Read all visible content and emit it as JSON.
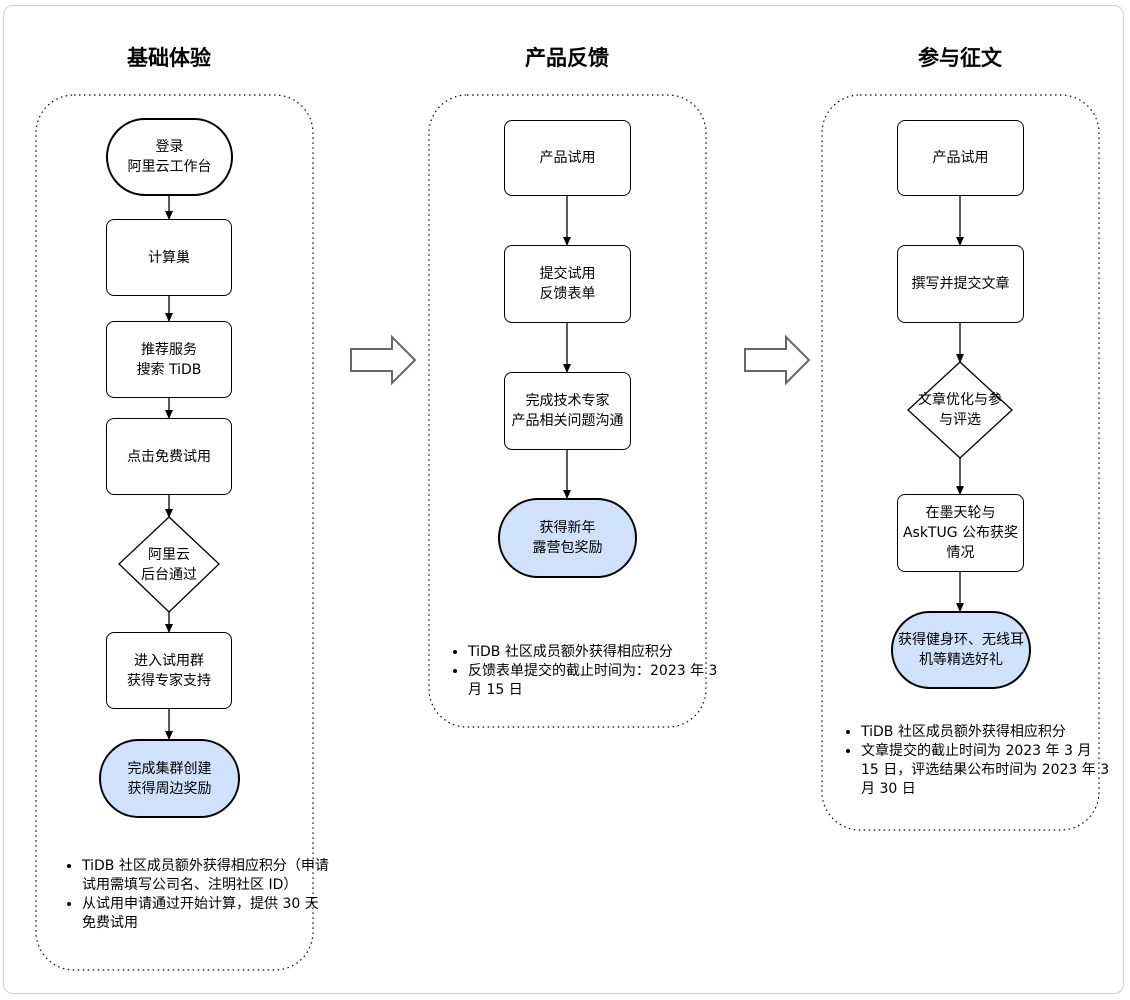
{
  "columns": [
    {
      "title": "基础体验",
      "nodes": {
        "n1": "登录\n阿里云工作台",
        "n2": "计算巢",
        "n3": "推荐服务\n搜索 TiDB",
        "n4": "点击免费试用",
        "d1": "阿里云\n后台通过",
        "n5": "进入试用群\n获得专家支持",
        "n6": "完成集群创建\n获得周边奖励"
      },
      "notes": [
        "TiDB 社区成员额外获得相应积分（申请试用需填写公司名、注明社区 ID）",
        "从试用申请通过开始计算，提供 30 天免费试用"
      ]
    },
    {
      "title": "产品反馈",
      "nodes": {
        "n1": "产品试用",
        "n2": "提交试用\n反馈表单",
        "n3": "完成技术专家\n产品相关问题沟通",
        "n4": "获得新年\n露营包奖励"
      },
      "notes": [
        "TiDB 社区成员额外获得相应积分",
        "反馈表单提交的截止时间为：2023 年 3 月 15 日"
      ]
    },
    {
      "title": "参与征文",
      "nodes": {
        "n1": "产品试用",
        "n2": "撰写并提交文章",
        "d1": "文章优化与参\n与评选",
        "n3": "在墨天轮与\nAskTUG 公布获奖\n情况",
        "n4": "获得健身环、无线耳\n机等精选好礼"
      },
      "notes": [
        "TiDB 社区成员额外获得相应积分",
        "文章提交的截止时间为 2023 年 3 月 15 日，评选结果公布时间为 2023 年 3 月 30 日"
      ]
    }
  ],
  "colors": {
    "end_fill": "#cfe1fb",
    "border": "#000000",
    "frame": "#cfcfcf"
  }
}
